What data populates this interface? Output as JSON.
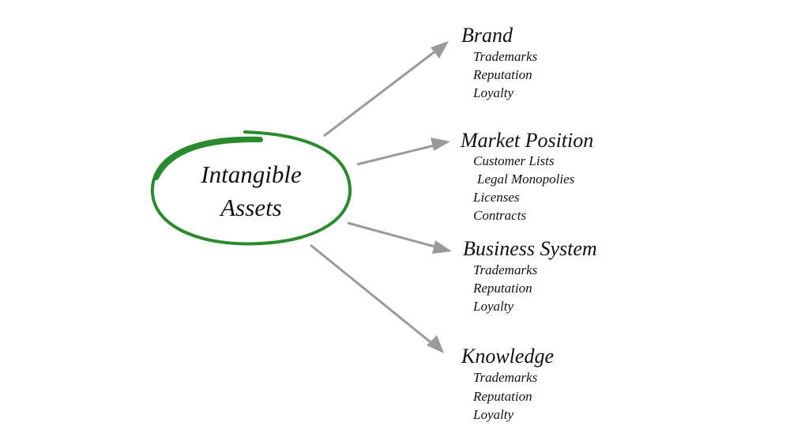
{
  "center": {
    "line1": "Intangible",
    "line2": "Assets"
  },
  "colors": {
    "ellipse": "#2a8a2e",
    "arrow": "#9a9a9a",
    "text": "#111111"
  },
  "branches": [
    {
      "title": "Brand",
      "items": [
        "Trademarks",
        "Reputation",
        "Loyalty"
      ]
    },
    {
      "title": "Market Position",
      "items": [
        "Customer Lists",
        "Legal Monopolies",
        "Licenses",
        "Contracts"
      ]
    },
    {
      "title": "Business System",
      "items": [
        "Trademarks",
        "Reputation",
        "Loyalty"
      ]
    },
    {
      "title": "Knowledge",
      "items": [
        "Trademarks",
        "Reputation",
        "Loyalty"
      ]
    }
  ]
}
